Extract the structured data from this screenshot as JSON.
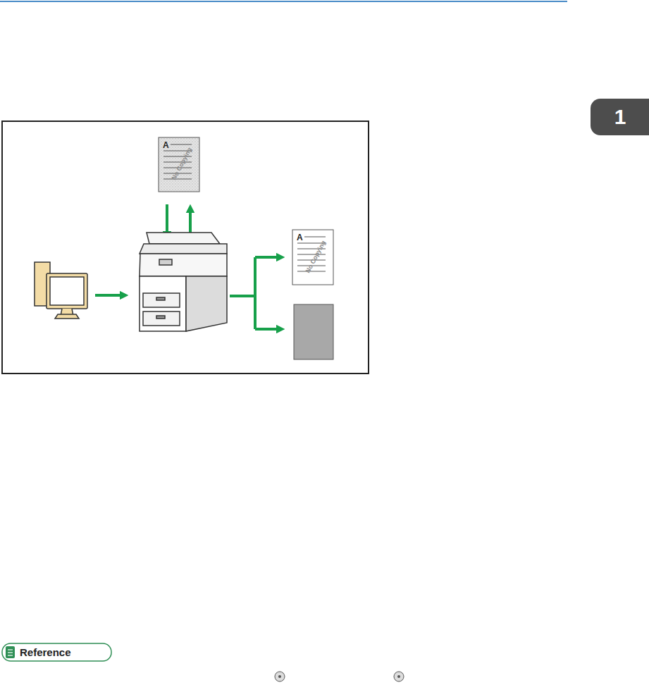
{
  "diagram": {
    "labels": [
      "1",
      "A",
      "No Copying",
      "A",
      "No Copying",
      "Reference"
    ]
  }
}
